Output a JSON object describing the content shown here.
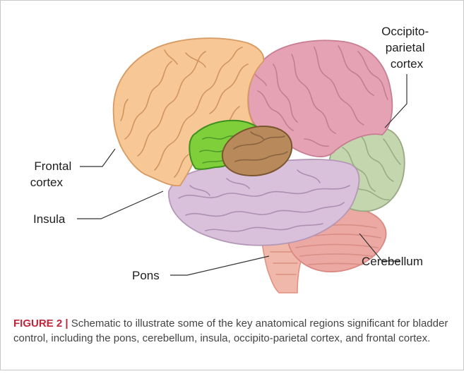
{
  "labels": {
    "occipito_parietal": [
      "Occipito-",
      "parietal",
      "cortex"
    ],
    "frontal": [
      "Frontal",
      "cortex"
    ],
    "insula": "Insula",
    "pons": "Pons",
    "cerebellum": "Cerebellum"
  },
  "caption": {
    "figure_label": "FIGURE 2 |",
    "text": " Schematic to illustrate some of the key anatomical regions significant for bladder control, including the pons, cerebellum, insula, occipito-parietal cortex, and frontal cortex."
  },
  "colors": {
    "frontal": "#f8c796",
    "parietal": "#e5a2b4",
    "occipital": "#c4d6ad",
    "temporal": "#d9c0db",
    "insula": "#7fcf3a",
    "brown_region": "#b7895b",
    "cerebellum": "#eca8a2",
    "brainstem": "#f0b8ab",
    "caption_accent": "#c0263a"
  }
}
